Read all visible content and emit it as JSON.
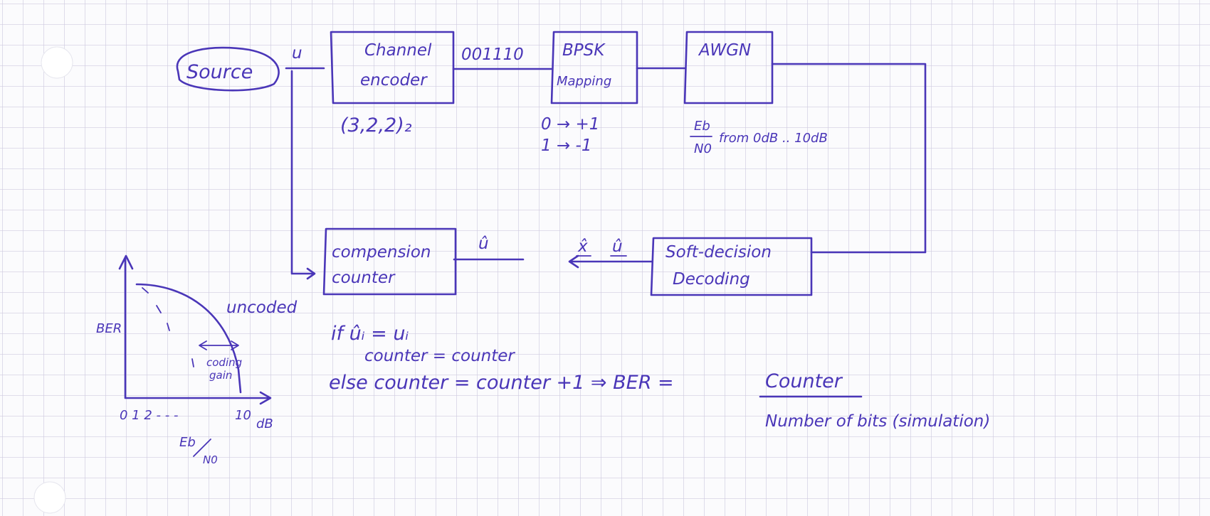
{
  "colors": {
    "ink": "#4a36b8",
    "grid": "#cfcbe0",
    "paper": "#fbfbfd"
  },
  "blocks": {
    "source": "Source",
    "u_label": "u",
    "channel_encoder": [
      "Channel",
      "encoder"
    ],
    "code_params": "(3,2,2)₂",
    "codeword": "001110",
    "bpsk": [
      "BPSK",
      "Mapping"
    ],
    "mapping": [
      "0 → +1",
      "1 → -1"
    ],
    "awgn": "AWGN",
    "ebno_num": "Eb",
    "ebno_den": "N0",
    "ebno_range": "from 0dB .. 10dB",
    "decoder": [
      "Soft-decision",
      "Decoding"
    ],
    "x_hat": "x̂",
    "u_hat_dec": "û",
    "u_hat_out": "û",
    "counter": [
      "compension",
      "counter"
    ]
  },
  "logic": {
    "line1": "if ûᵢ = uᵢ",
    "line2": "counter = counter",
    "line3": "else counter = counter +1 ⇒ BER =",
    "ber_num": "Counter",
    "ber_den": "Number of bits (simulation)"
  },
  "graph": {
    "ylabel": "BER",
    "curve_label": "uncoded",
    "gain_label": [
      "coding",
      "gain"
    ],
    "xticks": "0 1 2 - - -",
    "xmax": "10",
    "xunit": "dB",
    "xlabel_num": "Eb",
    "xlabel_den": "N0"
  }
}
